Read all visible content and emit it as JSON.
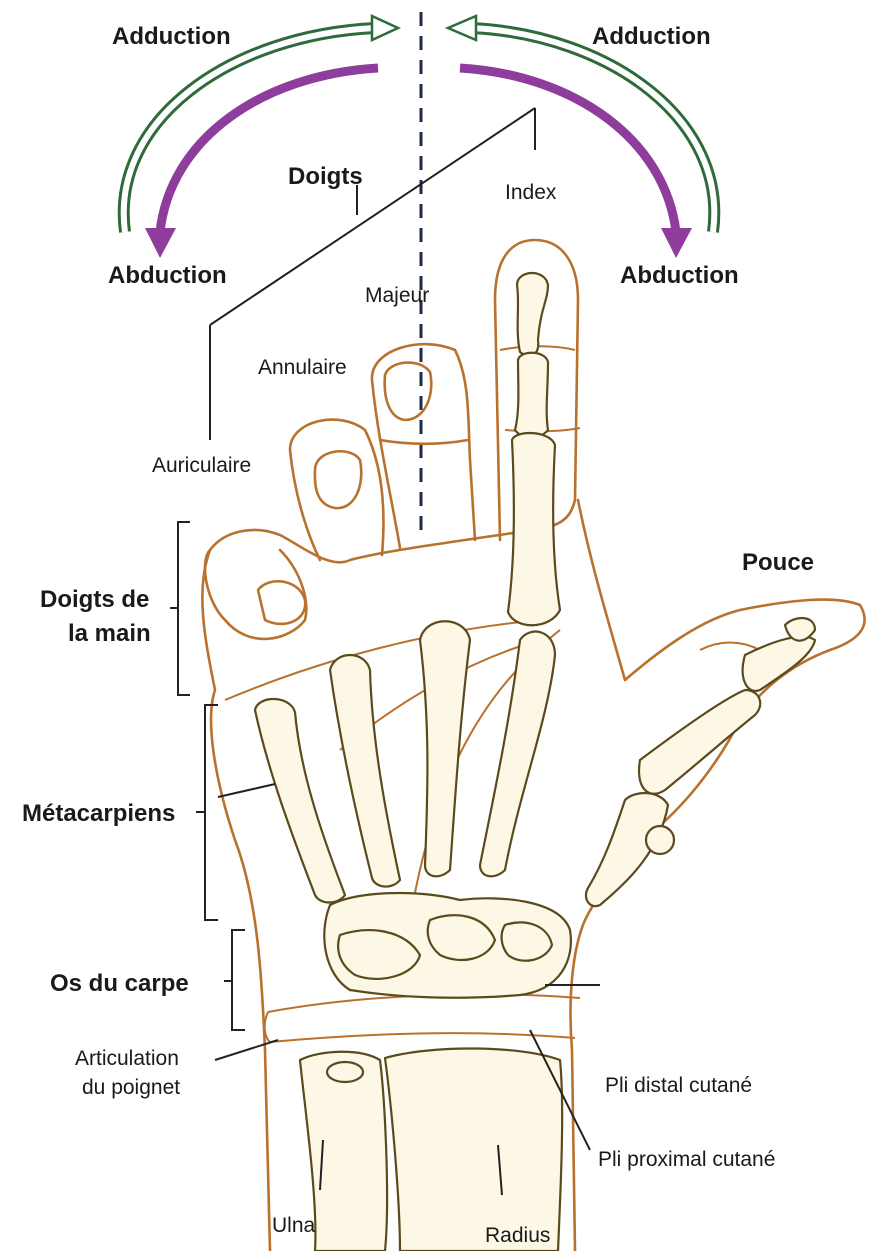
{
  "labels": {
    "adduction_left": "Adduction",
    "adduction_right": "Adduction",
    "abduction_left": "Abduction",
    "abduction_right": "Abduction",
    "doigts": "Doigts",
    "index": "Index",
    "majeur": "Majeur",
    "annulaire": "Annulaire",
    "auriculaire": "Auriculaire",
    "pouce": "Pouce",
    "doigts_de_la_main_line1": "Doigts de",
    "doigts_de_la_main_line2": "la main",
    "metacarpiens": "Métacarpiens",
    "os_du_carpe": "Os du carpe",
    "articulation_line1": "Articulation",
    "articulation_line2": "du poignet",
    "pli_distal": "Pli distal cutané",
    "pli_proximal": "Pli proximal cutané",
    "ulna": "Ulna",
    "radius": "Radius"
  },
  "colors": {
    "adduction_arrow": "#2f6b3a",
    "abduction_arrow": "#8e3d9c",
    "skin_outline": "#b9712e",
    "bone_outline": "#5a4a1c",
    "bone_fill": "#fdf7e6"
  }
}
